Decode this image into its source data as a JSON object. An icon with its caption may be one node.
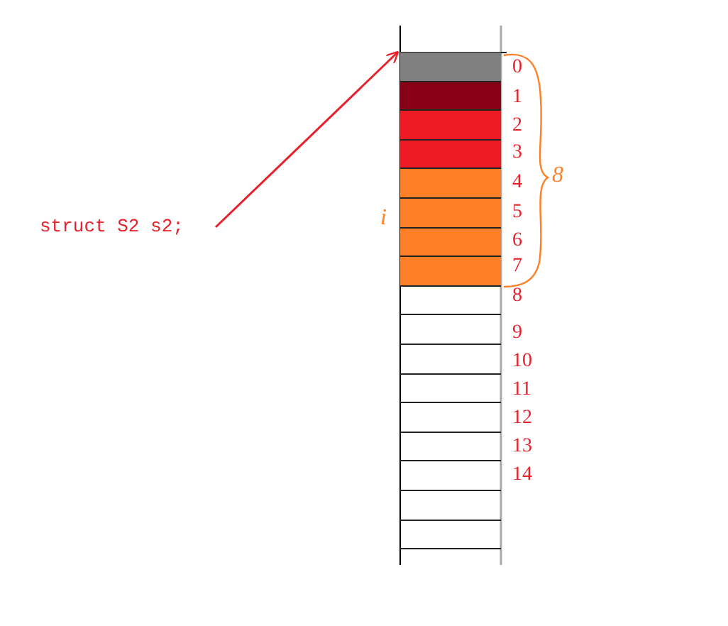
{
  "diagram": {
    "nodes": [
      {
        "text": [
          "struct S2 s2;"
        ]
      },
      {
        "text": [],
        "shape": "box"
      },
      {
        "text": [],
        "shape": "box"
      },
      {
        "text": [],
        "shape": "box"
      },
      {
        "text": [],
        "shape": "box"
      },
      {
        "text": [],
        "shape": "box"
      },
      {
        "text": [],
        "shape": "box"
      },
      {
        "text": [],
        "shape": "box"
      },
      {
        "text": [],
        "shape": "box"
      },
      {
        "text": [],
        "shape": "box"
      },
      {
        "text": [],
        "shape": "box"
      },
      {
        "text": [],
        "shape": "box"
      },
      {
        "text": [],
        "shape": "box"
      },
      {
        "text": [],
        "shape": "box"
      },
      {
        "text": [],
        "shape": "box"
      },
      {
        "text": [],
        "shape": "box"
      },
      {
        "text": [],
        "shape": "box"
      },
      {
        "text": [],
        "shape": "box"
      }
    ],
    "edges": [
      {
        "from": 0,
        "to": 1,
        "arrow": "to"
      }
    ],
    "labels": [
      "0",
      "1",
      "2",
      "3",
      "4",
      "5",
      "6",
      "7",
      "8",
      "9",
      "10",
      "11",
      "12",
      "13",
      "14",
      "8",
      "i"
    ]
  }
}
